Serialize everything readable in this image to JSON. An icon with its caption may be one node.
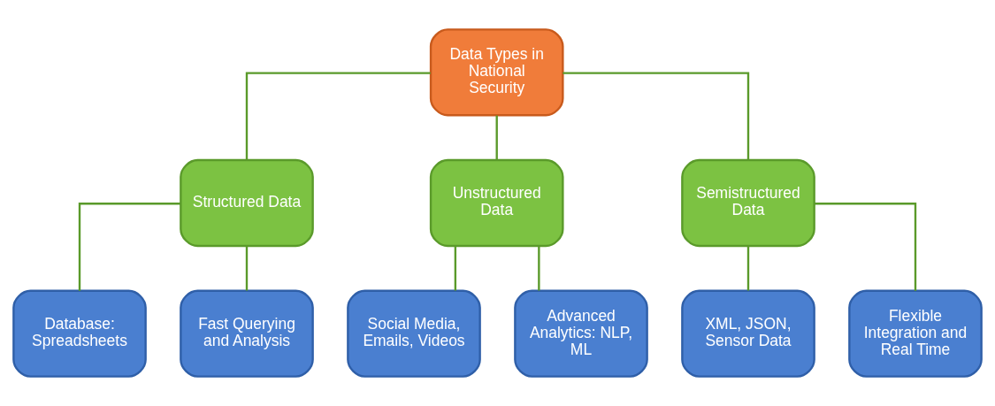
{
  "diagram": {
    "nodes": [
      {
        "text": [
          "Data Types in National Security"
        ]
      },
      {
        "text": [
          "Structured Data"
        ]
      },
      {
        "text": [
          "Unstructured Data"
        ]
      },
      {
        "text": [
          "Semistructured Data"
        ]
      },
      {
        "text": [
          "Database: Spreadsheets"
        ]
      },
      {
        "text": [
          "Fast Querying and Analysis"
        ]
      },
      {
        "text": [
          "Social Media, Emails, Videos"
        ]
      },
      {
        "text": [
          "Advanced Analytics: NLP, ML"
        ]
      },
      {
        "text": [
          "XML, JSON, Sensor Data"
        ]
      },
      {
        "text": [
          "Flexible Integration and Real Time"
        ]
      }
    ],
    "edges": [
      {
        "from": 0,
        "to": 1,
        "arrow": "none"
      },
      {
        "from": 0,
        "to": 2,
        "arrow": "none"
      },
      {
        "from": 0,
        "to": 3,
        "arrow": "none"
      },
      {
        "from": 1,
        "to": 4,
        "arrow": "none"
      },
      {
        "from": 1,
        "to": 5,
        "arrow": "none"
      },
      {
        "from": 2,
        "to": 6,
        "arrow": "none"
      },
      {
        "from": 2,
        "to": 7,
        "arrow": "none"
      },
      {
        "from": 3,
        "to": 8,
        "arrow": "none"
      },
      {
        "from": 3,
        "to": 9,
        "arrow": "none"
      }
    ]
  }
}
